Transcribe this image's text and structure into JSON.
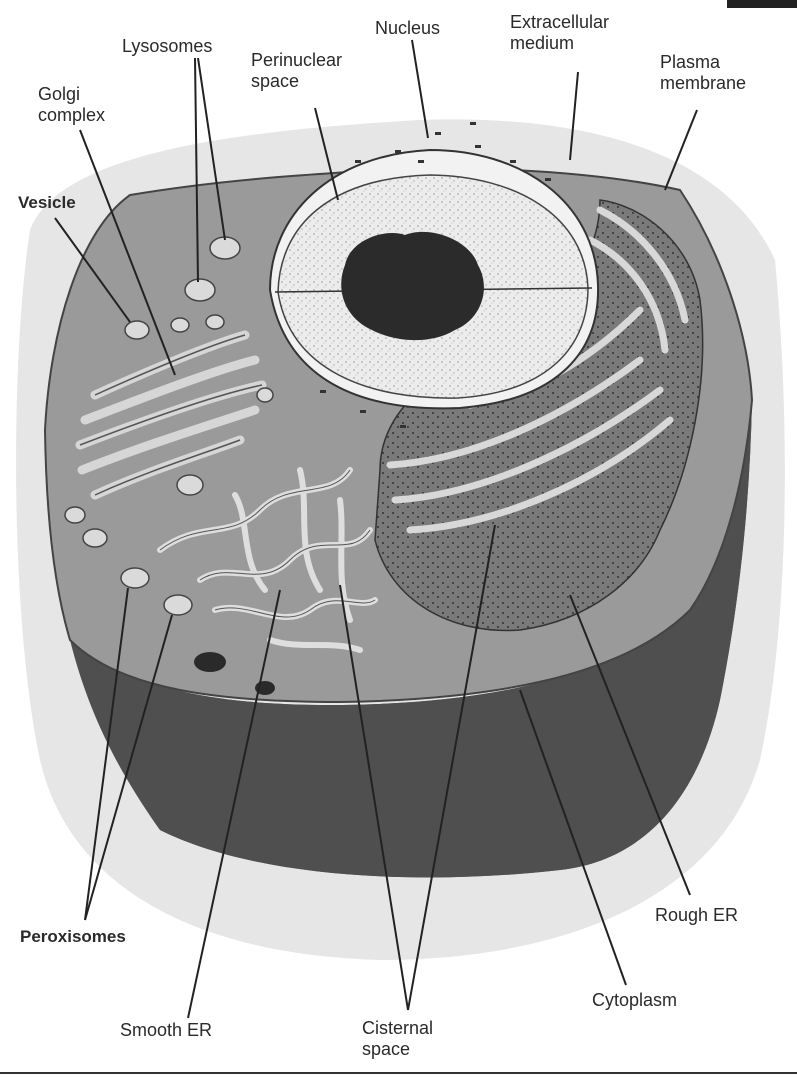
{
  "labels": {
    "lysosomes": "Lysosomes",
    "golgi_complex": "Golgi\ncomplex",
    "vesicle": "Vesicle",
    "perinuclear_space": "Perinuclear\nspace",
    "nucleus": "Nucleus",
    "extracellular_medium": "Extracellular\nmedium",
    "plasma_membrane": "Plasma\nmembrane",
    "peroxisomes": "Peroxisomes",
    "smooth_er": "Smooth ER",
    "cisternal_space": "Cisternal\nspace",
    "cytoplasm": "Cytoplasm",
    "rough_er": "Rough ER"
  },
  "colors": {
    "background": "#ffffff",
    "halo": "#e6e6e6",
    "cytoplasm_top": "#9a9a9a",
    "cell_side": "#5e5e5e",
    "nucleus_fill": "#ebebeb",
    "nucleolus": "#2b2b2b",
    "rough_er": "#7d7d7d",
    "membrane_light": "#d8d8d8",
    "leader_line": "#222222"
  }
}
